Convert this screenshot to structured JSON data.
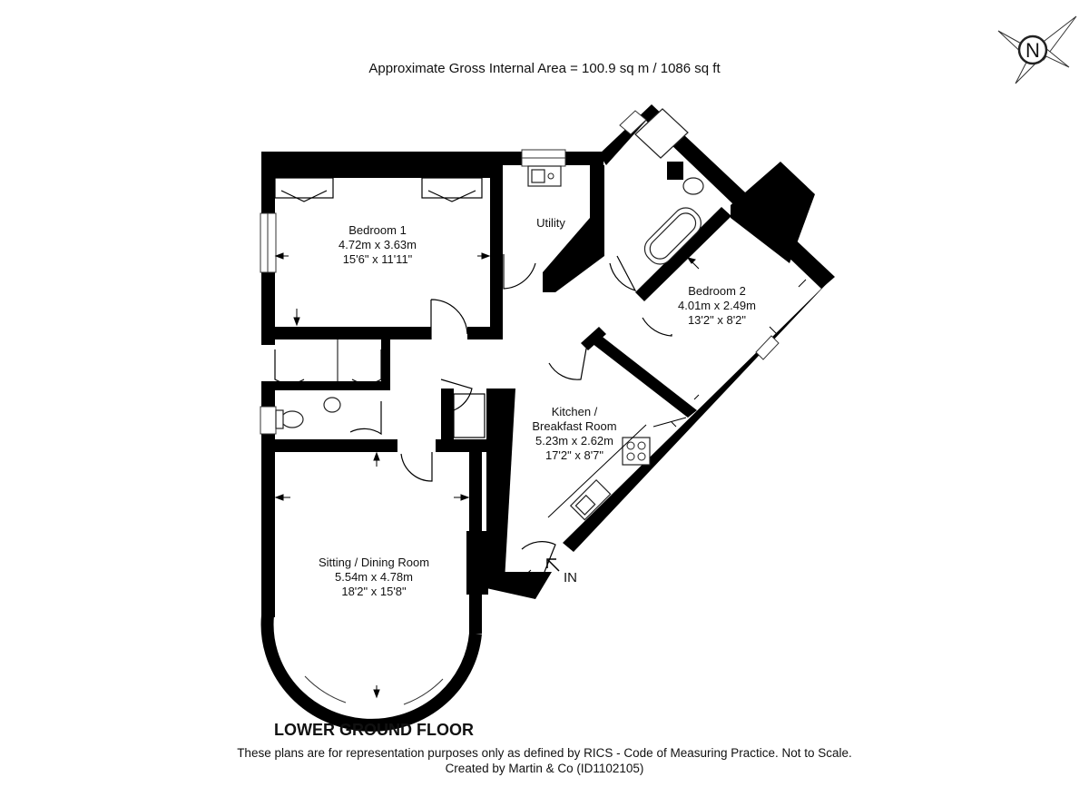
{
  "header": {
    "area_text": "Approximate Gross Internal Area = 100.9 sq m / 1086 sq ft"
  },
  "compass": {
    "letter": "N"
  },
  "rooms": [
    {
      "id": "bedroom1",
      "name": "Bedroom 1",
      "metric": "4.72m x 3.63m",
      "imperial": "15'6\" x 11'11\""
    },
    {
      "id": "utility",
      "name": "Utility"
    },
    {
      "id": "bedroom2",
      "name": "Bedroom 2",
      "metric": "4.01m x 2.49m",
      "imperial": "13'2\" x 8'2\""
    },
    {
      "id": "kitchen",
      "name": "Kitchen /",
      "name2": "Breakfast Room",
      "metric": "5.23m x 2.62m",
      "imperial": "17'2\" x 8'7\""
    },
    {
      "id": "sitting",
      "name": "Sitting / Dining Room",
      "metric": "5.54m x 4.78m",
      "imperial": "18'2\" x 15'8\""
    }
  ],
  "entrance_label": "IN",
  "floor_label": "LOWER GROUND FLOOR",
  "footer": {
    "disclaimer": "These plans are for representation purposes only as defined by RICS - Code of Measuring Practice. Not to Scale.",
    "credit": "Created by Martin & Co (ID1102105)"
  }
}
